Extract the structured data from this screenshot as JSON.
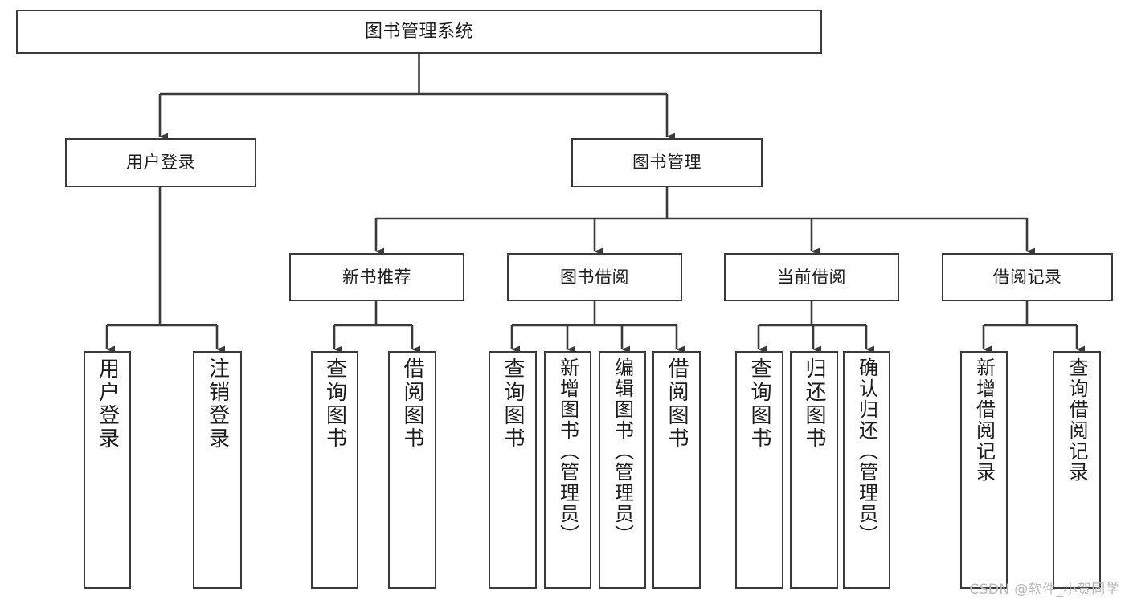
{
  "diagram": {
    "type": "tree-hierarchy-chart",
    "title": "图书管理系统",
    "stroke_color": "#3a3a3a",
    "background_color": "#ffffff",
    "text_color": "#1c1c1c",
    "root": {
      "label": "图书管理系统"
    },
    "level2": [
      {
        "label": "用户登录"
      },
      {
        "label": "图书管理"
      }
    ],
    "level3": [
      {
        "label": "新书推荐"
      },
      {
        "label": "图书借阅"
      },
      {
        "label": "当前借阅"
      },
      {
        "label": "借阅记录"
      }
    ],
    "leaves": {
      "user_login": [
        {
          "label": "用户登录"
        },
        {
          "label": "注销登录"
        }
      ],
      "new_book": [
        {
          "label": "查询图书"
        },
        {
          "label": "借阅图书"
        }
      ],
      "book_borrow": [
        {
          "label": "查询图书"
        },
        {
          "label": "新增图书（管理员）"
        },
        {
          "label": "编辑图书（管理员）"
        },
        {
          "label": "借阅图书"
        }
      ],
      "current_borrow": [
        {
          "label": "查询图书"
        },
        {
          "label": "归还图书"
        },
        {
          "label": "确认归还（管理员）"
        }
      ],
      "borrow_record": [
        {
          "label": "新增借阅记录"
        },
        {
          "label": "查询借阅记录"
        }
      ]
    }
  },
  "watermark": {
    "text": "CSDN @软件_小贺同学"
  }
}
